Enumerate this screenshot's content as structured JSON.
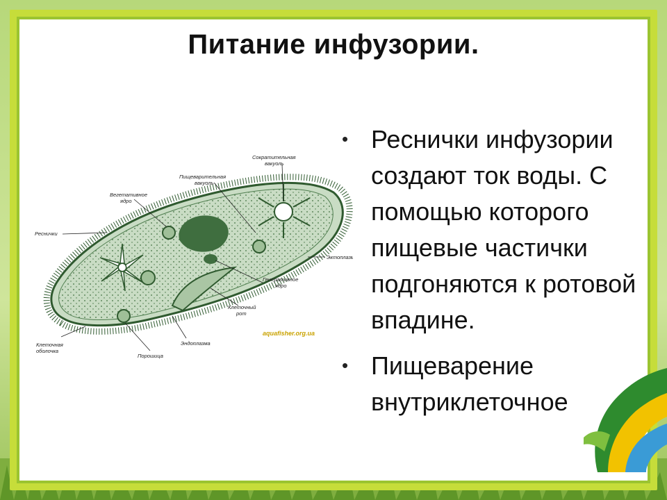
{
  "slide": {
    "title": "Питание инфузории.",
    "bullets": [
      "Реснички инфузории создают ток воды. С помощью которого пищевые частички подгоняются к ротовой впадине.",
      "Пищеварение внутриклеточное"
    ]
  },
  "diagram": {
    "labels": {
      "contractile_vacuole": [
        "Сократительная",
        "вакуоль"
      ],
      "digestive_vacuole": [
        "Пищеварительная",
        "вакуоль"
      ],
      "macronucleus": [
        "Вегетативное",
        "ядро"
      ],
      "cilia": [
        "Реснички"
      ],
      "ectoplasm": [
        "Эктоплазма"
      ],
      "micronucleus": [
        "Генеративное",
        "ядро"
      ],
      "cell_mouth": [
        "Клеточный",
        "рот"
      ],
      "pellicle": [
        "Клеточная",
        "оболочка"
      ],
      "endoplasm": [
        "Эндоплазма"
      ],
      "anal_pore": [
        "Порошица"
      ]
    },
    "watermark": "aquafisher.org.ua"
  },
  "colors": {
    "frame": "#c6dd3a",
    "frame_border": "#9bc430",
    "cell_fill": "#c9dcc4",
    "cell_outline": "#2f5a2f",
    "nucleus": "#3f6e3f"
  }
}
